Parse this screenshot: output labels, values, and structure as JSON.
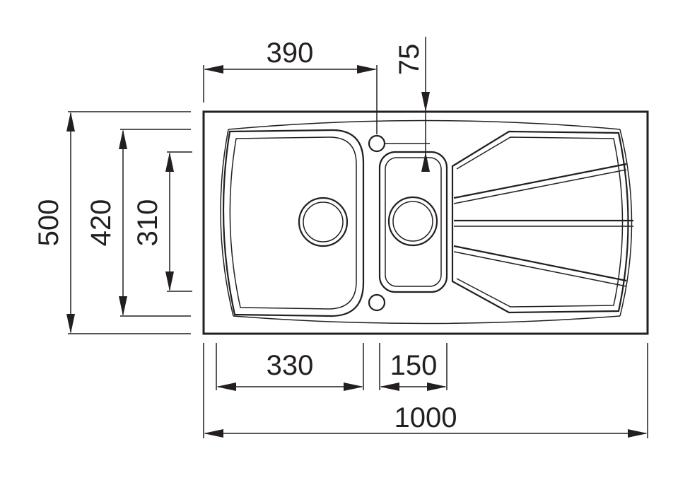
{
  "diagram": {
    "type": "technical-drawing",
    "subject": "sink-with-drainboard",
    "colors": {
      "line": "#231f20",
      "background": "#ffffff"
    },
    "dimensions": {
      "overall_width": "1000",
      "overall_depth": "500",
      "main_bowl_depth": "420",
      "second_bowl_depth": "310",
      "main_bowl_width": "330",
      "second_bowl_width": "150",
      "tap_hole_offset": "390",
      "second_bowl_top_offset": "75"
    }
  }
}
